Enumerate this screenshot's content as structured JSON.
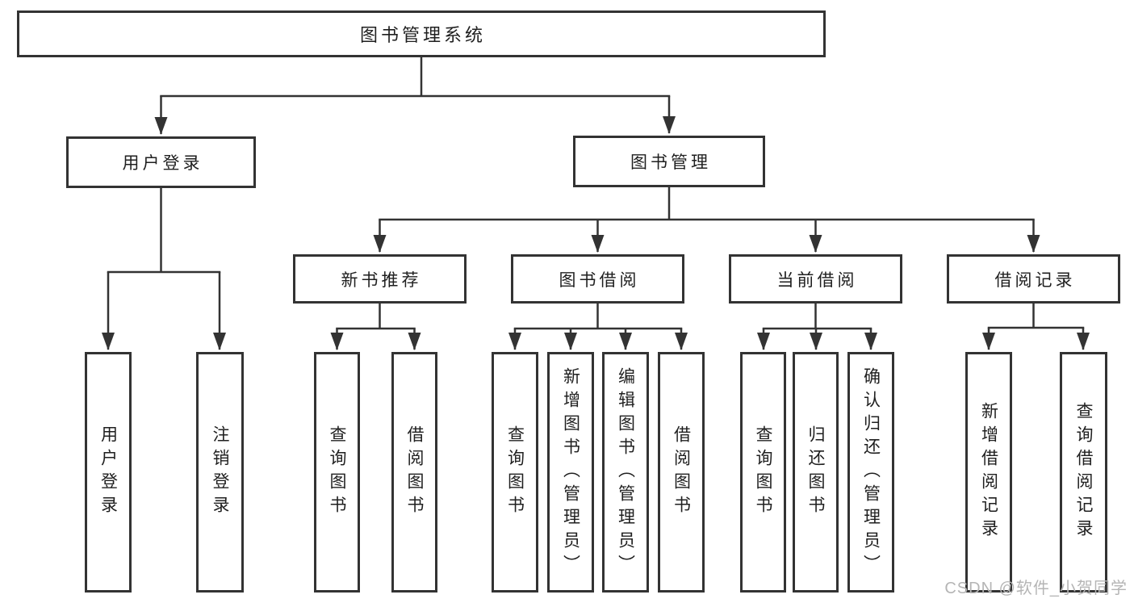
{
  "diagram": {
    "root": "图书管理系统",
    "level2": [
      {
        "label": "用户登录",
        "children": [
          "用户登录",
          "注销登录"
        ]
      },
      {
        "label": "图书管理",
        "children": [
          {
            "label": "新书推荐",
            "children": [
              "查询图书",
              "借阅图书"
            ]
          },
          {
            "label": "图书借阅",
            "children": [
              "查询图书",
              "新增图书（管理员）",
              "编辑图书（管理员）",
              "借阅图书"
            ]
          },
          {
            "label": "当前借阅",
            "children": [
              "查询图书",
              "归还图书",
              "确认归还（管理员）"
            ]
          },
          {
            "label": "借阅记录",
            "children": [
              "新增借阅记录",
              "查询借阅记录"
            ]
          }
        ]
      }
    ]
  },
  "watermark": "CSDN @软件_小贺同学",
  "colors": {
    "line": "#333333",
    "text": "#1f1f1f",
    "background": "#ffffff",
    "watermark": "#b5b5b5"
  }
}
